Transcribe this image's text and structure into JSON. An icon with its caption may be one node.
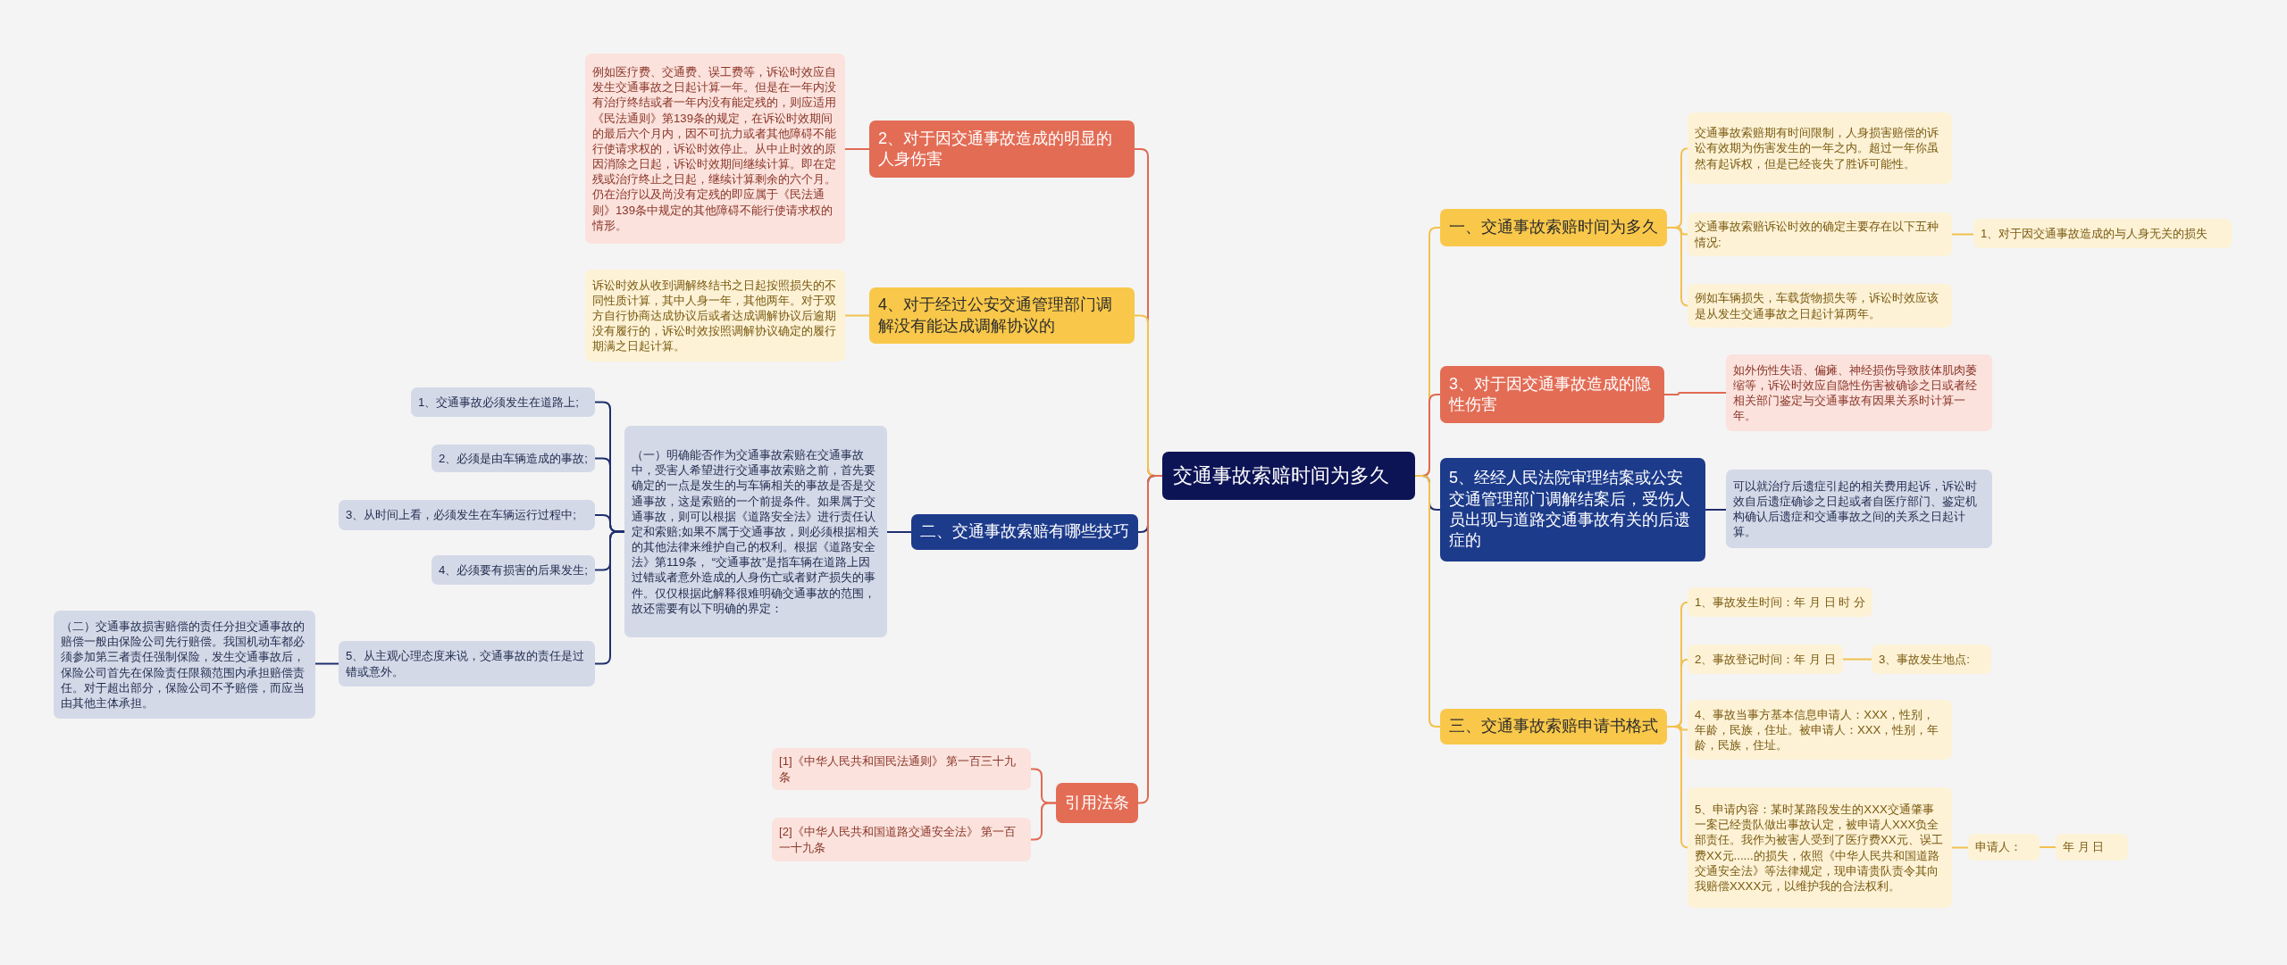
{
  "diagram": {
    "nodes": [
      {
        "text": [
          "交通事故索赔时间为多久"
        ]
      },
      {
        "text": [
          "2、对于因交通事故造成的明显的人身伤害"
        ]
      },
      {
        "text": [
          "例如医疗费、交通费、误工费等，诉讼时效应自发生交通事故之日起计算一年。但是在一年内没有治疗终结或者一年内没有能定残的，则应适用《民法通则》第139条的规定，在诉讼时效期间的最后六个月内，因不可抗力或者其他障碍不能行使请求权的，诉讼时效停止。从中止时效的原因消除之日起，诉讼时效期间继续计算。即在定残或治疗终止之日起，继续计算剩余的六个月。仍在治疗以及尚没有定残的即应属于《民法通则》139条中规定的其他障碍不能行使请求权的情形。"
        ]
      },
      {
        "text": [
          "4、对于经过公安交通管理部门调解没有能达成调解协议的"
        ]
      },
      {
        "text": [
          "诉讼时效从收到调解终结书之日起按照损失的不同性质计算，其中人身一年，其他两年。对于双方自行协商达成协议后或者达成调解协议后逾期没有履行的，诉讼时效按照调解协议确定的履行期满之日起计算。"
        ]
      },
      {
        "text": [
          "二、交通事故索赔有哪些技巧"
        ]
      },
      {
        "text": [
          "（一）明确能否作为交通事故索赔在交通事故中，受害人希望进行交通事故索赔之前，首先要确定的一点是发生的与车辆相关的事故是否是交通事故，这是索赔的一个前提条件。如果属于交通事故，则可以根据《道路安全法》进行责任认定和索赔;如果不属于交通事故，则必须根据相关的其他法律来维护自己的权利。根据《道路安全法》第119条， “交通事故”是指车辆在道路上因过错或者意外造成的人身伤亡或者财产损失的事件。仅仅根据此解释很难明确交通事故的范围，故还需要有以下明确的界定："
        ]
      },
      {
        "text": [
          "1、交通事故必须发生在道路上;"
        ]
      },
      {
        "text": [
          "2、必须是由车辆造成的事故;"
        ]
      },
      {
        "text": [
          "3、从时间上看，必须发生在车辆运行过程中;"
        ]
      },
      {
        "text": [
          "4、必须要有损害的后果发生;"
        ]
      },
      {
        "text": [
          "5、从主观心理态度来说，交通事故的责任是过错或意外。"
        ]
      },
      {
        "text": [
          "（二）交通事故损害赔偿的责任分担交通事故的赔偿一般由保险公司先行赔偿。我国机动车都必须参加第三者责任强制保险，发生交通事故后，保险公司首先在保险责任限额范围内承担赔偿责任。对于超出部分，保险公司不予赔偿，而应当由其他主体承担。"
        ]
      },
      {
        "text": [
          "引用法条"
        ]
      },
      {
        "text": [
          "[1]《中华人民共和国民法通则》 第一百三十九条"
        ]
      },
      {
        "text": [
          "[2]《中华人民共和国道路交通安全法》 第一百一十九条"
        ]
      },
      {
        "text": [
          "一、交通事故索赔时间为多久"
        ]
      },
      {
        "text": [
          "交通事故索赔期有时间限制，人身损害赔偿的诉讼有效期为伤害发生的一年之内。超过一年你虽然有起诉权，但是已经丧失了胜诉可能性。"
        ]
      },
      {
        "text": [
          "交通事故索赔诉讼时效的确定主要存在以下五种情况:"
        ]
      },
      {
        "text": [
          "1、对于因交通事故造成的与人身无关的损失"
        ]
      },
      {
        "text": [
          "例如车辆损失，车载货物损失等，诉讼时效应该是从发生交通事故之日起计算两年。"
        ]
      },
      {
        "text": [
          "3、对于因交通事故造成的隐性伤害"
        ]
      },
      {
        "text": [
          "如外伤性失语、偏瘫、神经损伤导致肢体肌肉萎缩等，诉讼时效应自隐性伤害被确诊之日或者经相关部门鉴定与交通事故有因果关系时计算一年。"
        ]
      },
      {
        "text": [
          "5、经经人民法院审理结案或公安交通管理部门调解结案后，受伤人员出现与道路交通事故有关的后遗症的"
        ]
      },
      {
        "text": [
          "可以就治疗后遗症引起的相关费用起诉，诉讼时效自后遗症确诊之日起或者自医疗部门、鉴定机构确认后遗症和交通事故之间的关系之日起计算。"
        ]
      },
      {
        "text": [
          "三、交通事故索赔申请书格式"
        ]
      },
      {
        "text": [
          "1、事故发生时间：年 月 日 时 分"
        ]
      },
      {
        "text": [
          "2、事故登记时间：年 月 日"
        ]
      },
      {
        "text": [
          "3、事故发生地点:"
        ]
      },
      {
        "text": [
          "4、事故当事方基本信息申请人：XXX，性别，年龄，民族，住址。被申请人：XXX，性别，年龄，民族，住址。"
        ]
      },
      {
        "text": [
          "5、申请内容：某时某路段发生的XXX交通肇事一案已经贵队做出事故认定，被申请人XXX负全部责任。我作为被害人受到了医疗费XX元、误工费XX元......的损失，依照《中华人民共和国道路交通安全法》等法律规定，现申请贵队责令其向我赔偿XXXX元，以维护我的合法权利。"
        ]
      },
      {
        "text": [
          "申请人："
        ]
      },
      {
        "text": [
          "年 月 日"
        ]
      }
    ],
    "edges": [
      {
        "from": 0,
        "to": 1,
        "arrow": "none",
        "color": "#e06a52"
      },
      {
        "from": 1,
        "to": 2,
        "arrow": "none",
        "color": "#e06a52"
      },
      {
        "from": 0,
        "to": 3,
        "arrow": "none"
      },
      {
        "from": 3,
        "to": 4,
        "arrow": "none"
      },
      {
        "from": 0,
        "to": 5,
        "arrow": "none",
        "color": "#1f2f6e"
      },
      {
        "from": 5,
        "to": 6,
        "arrow": "none",
        "color": "#1f2f6e"
      },
      {
        "from": 6,
        "to": 7,
        "arrow": "none",
        "color": "#1f2f6e"
      },
      {
        "from": 6,
        "to": 8,
        "arrow": "none",
        "color": "#1f2f6e"
      },
      {
        "from": 6,
        "to": 9,
        "arrow": "none",
        "color": "#1f2f6e"
      },
      {
        "from": 6,
        "to": 10,
        "arrow": "none",
        "color": "#1f2f6e"
      },
      {
        "from": 6,
        "to": 11,
        "arrow": "none",
        "color": "#1f2f6e"
      },
      {
        "from": 11,
        "to": 12,
        "arrow": "none",
        "color": "#1f2f6e"
      },
      {
        "from": 0,
        "to": 13,
        "arrow": "none",
        "color": "#e06a52"
      },
      {
        "from": 13,
        "to": 14,
        "arrow": "none",
        "color": "#e06a52"
      },
      {
        "from": 13,
        "to": 15,
        "arrow": "none",
        "color": "#e06a52"
      },
      {
        "from": 0,
        "to": 16,
        "arrow": "none"
      },
      {
        "from": 16,
        "to": 17,
        "arrow": "none"
      },
      {
        "from": 16,
        "to": 18,
        "arrow": "none"
      },
      {
        "from": 18,
        "to": 19,
        "arrow": "none"
      },
      {
        "from": 16,
        "to": 20,
        "arrow": "none"
      },
      {
        "from": 0,
        "to": 21,
        "arrow": "none",
        "color": "#e06a52"
      },
      {
        "from": 21,
        "to": 22,
        "arrow": "none",
        "color": "#e06a52"
      },
      {
        "from": 0,
        "to": 23,
        "arrow": "none",
        "color": "#1f2f6e"
      },
      {
        "from": 23,
        "to": 24,
        "arrow": "none",
        "color": "#1f2f6e"
      },
      {
        "from": 0,
        "to": 25,
        "arrow": "none"
      },
      {
        "from": 25,
        "to": 26,
        "arrow": "none"
      },
      {
        "from": 25,
        "to": 27,
        "arrow": "none"
      },
      {
        "from": 27,
        "to": 28,
        "arrow": "none"
      },
      {
        "from": 25,
        "to": 29,
        "arrow": "none"
      },
      {
        "from": 25,
        "to": 30,
        "arrow": "none"
      },
      {
        "from": 30,
        "to": 31,
        "arrow": "none"
      },
      {
        "from": 31,
        "to": 32,
        "arrow": "none"
      }
    ]
  }
}
